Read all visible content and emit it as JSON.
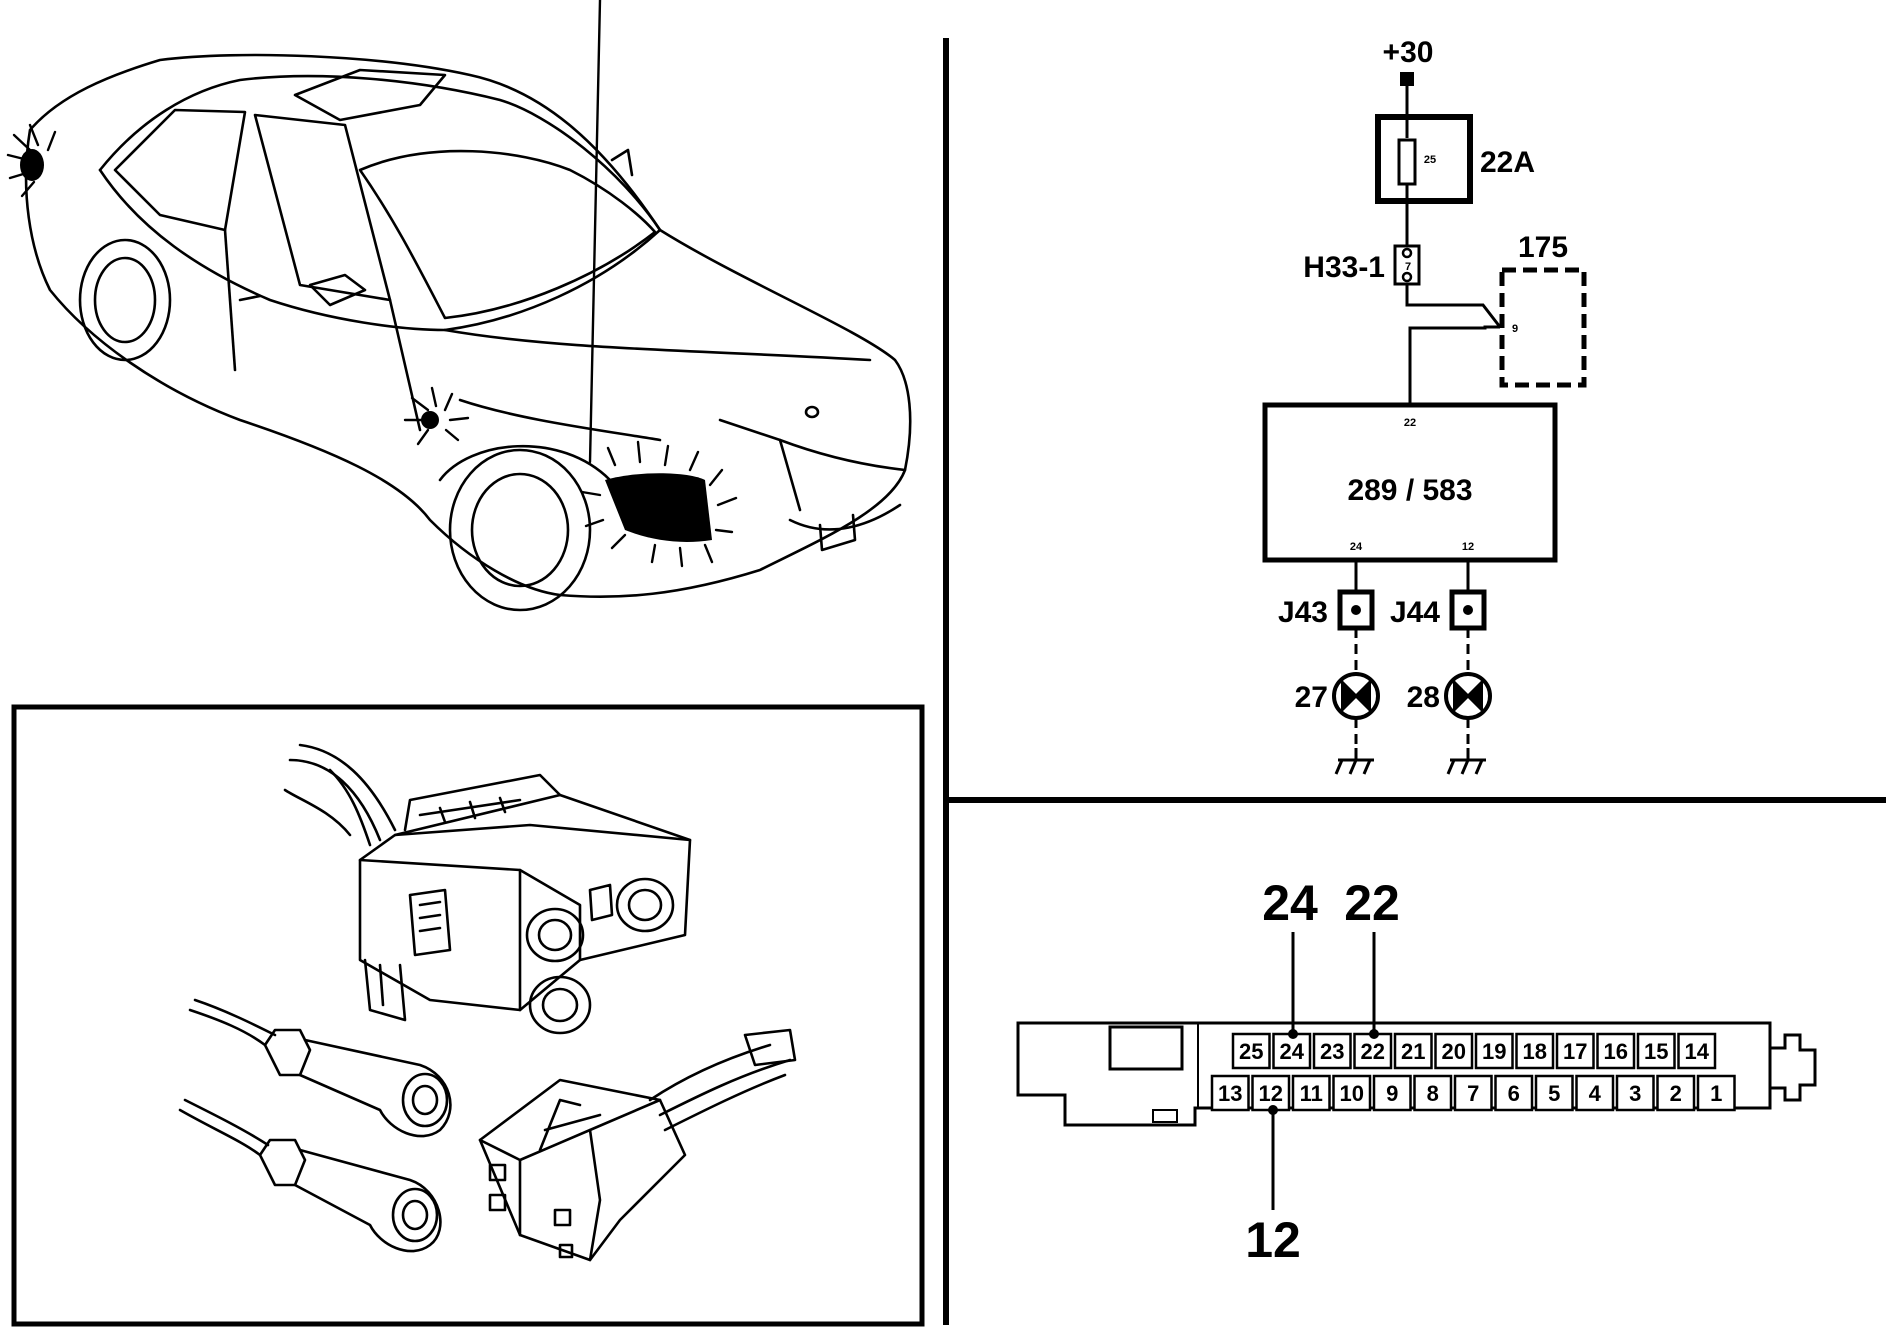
{
  "schematic": {
    "supply": "+30",
    "fuse": {
      "rating": "25",
      "label": "22A"
    },
    "connector": {
      "label": "H33-1",
      "pin": "7"
    },
    "module175": {
      "label": "175",
      "pin": "9"
    },
    "control_unit": {
      "label": "289 / 583",
      "pin_in": "22",
      "pin_out_left": "24",
      "pin_out_right": "12"
    },
    "junction_left": "J43",
    "junction_right": "J44",
    "lamp_left": "27",
    "lamp_right": "28"
  },
  "connector_pinout": {
    "callouts": {
      "left": "24",
      "middle": "22",
      "bottom": "12"
    },
    "top_row": [
      "25",
      "24",
      "23",
      "22",
      "21",
      "20",
      "19",
      "18",
      "17",
      "16",
      "15",
      "14"
    ],
    "bottom_row": [
      "13",
      "12",
      "11",
      "10",
      "9",
      "8",
      "7",
      "6",
      "5",
      "4",
      "3",
      "2",
      "1"
    ]
  }
}
